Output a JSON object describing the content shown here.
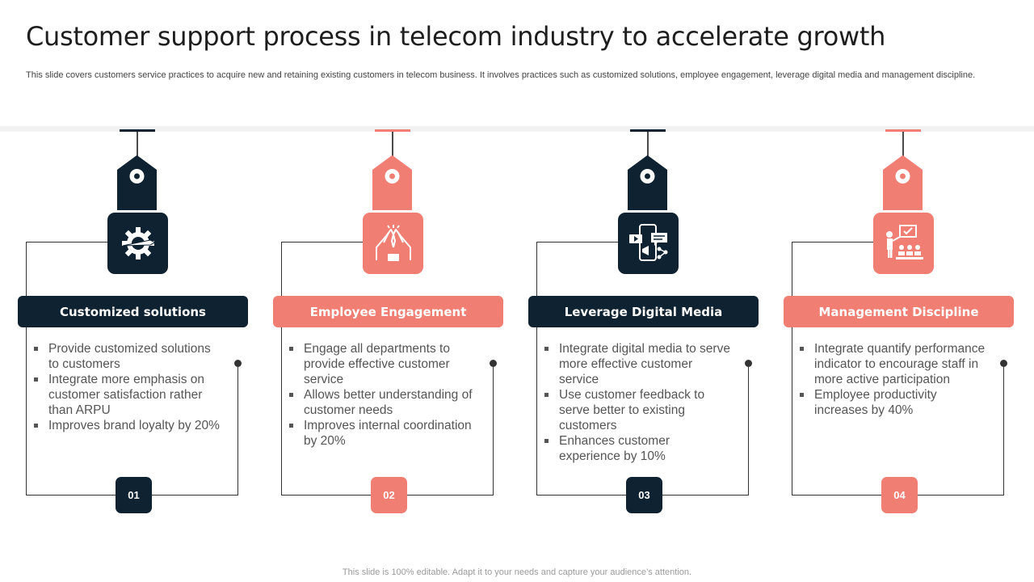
{
  "slide": {
    "title": "Customer support process in telecom industry to accelerate growth",
    "subtitle": "This slide covers customers service practices to acquire new and retaining existing customers in telecom business. It involves practices such as customized solutions, employee engagement, leverage digital media and management discipline.",
    "footer": "This slide is 100% editable. Adapt it to your needs and capture your audience’s attention."
  },
  "colors": {
    "dark": "#0f2231",
    "coral": "#f07e72",
    "band": "#f2f2f2"
  },
  "cards": [
    {
      "heading": "Customized solutions",
      "icon": "gear-pencil-icon",
      "number": "01",
      "points": [
        "Provide customized solutions to customers",
        "Integrate more emphasis on customer satisfaction rather than ARPU",
        "Improves brand loyalty by 20%"
      ]
    },
    {
      "heading": "Employee Engagement",
      "icon": "high-five-icon",
      "number": "02",
      "points": [
        "Engage all departments to provide effective customer service",
        "Allows better understanding of customer needs",
        "Improves internal coordination by 20%"
      ]
    },
    {
      "heading": "Leverage Digital Media",
      "icon": "digital-media-icon",
      "number": "03",
      "points": [
        "Integrate digital media to serve more effective customer service",
        "Use customer feedback to serve better to existing customers",
        "Enhances customer experience by 10%"
      ]
    },
    {
      "heading": "Management Discipline",
      "icon": "presentation-icon",
      "number": "04",
      "points": [
        "Integrate quantify performance indicator to encourage staff in more active participation",
        "Employee productivity increases by 40%"
      ]
    }
  ]
}
